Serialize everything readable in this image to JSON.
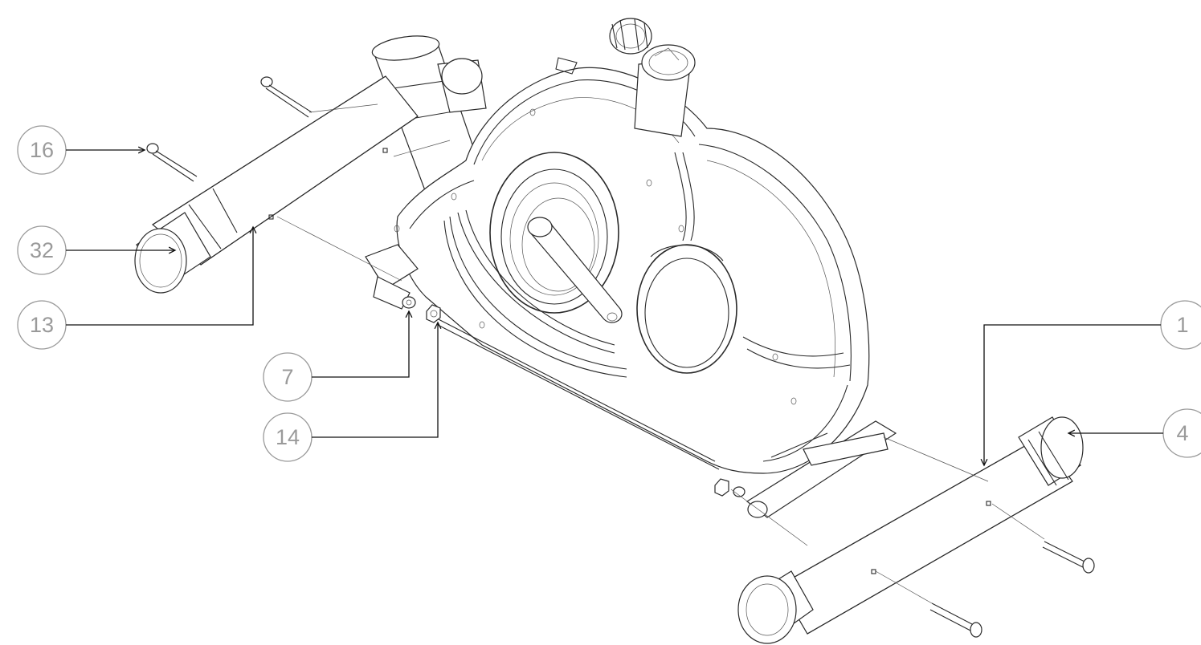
{
  "callouts": {
    "c16": "16",
    "c32": "32",
    "c13": "13",
    "c7": "7",
    "c14": "14",
    "c1": "1",
    "c4": "4"
  }
}
